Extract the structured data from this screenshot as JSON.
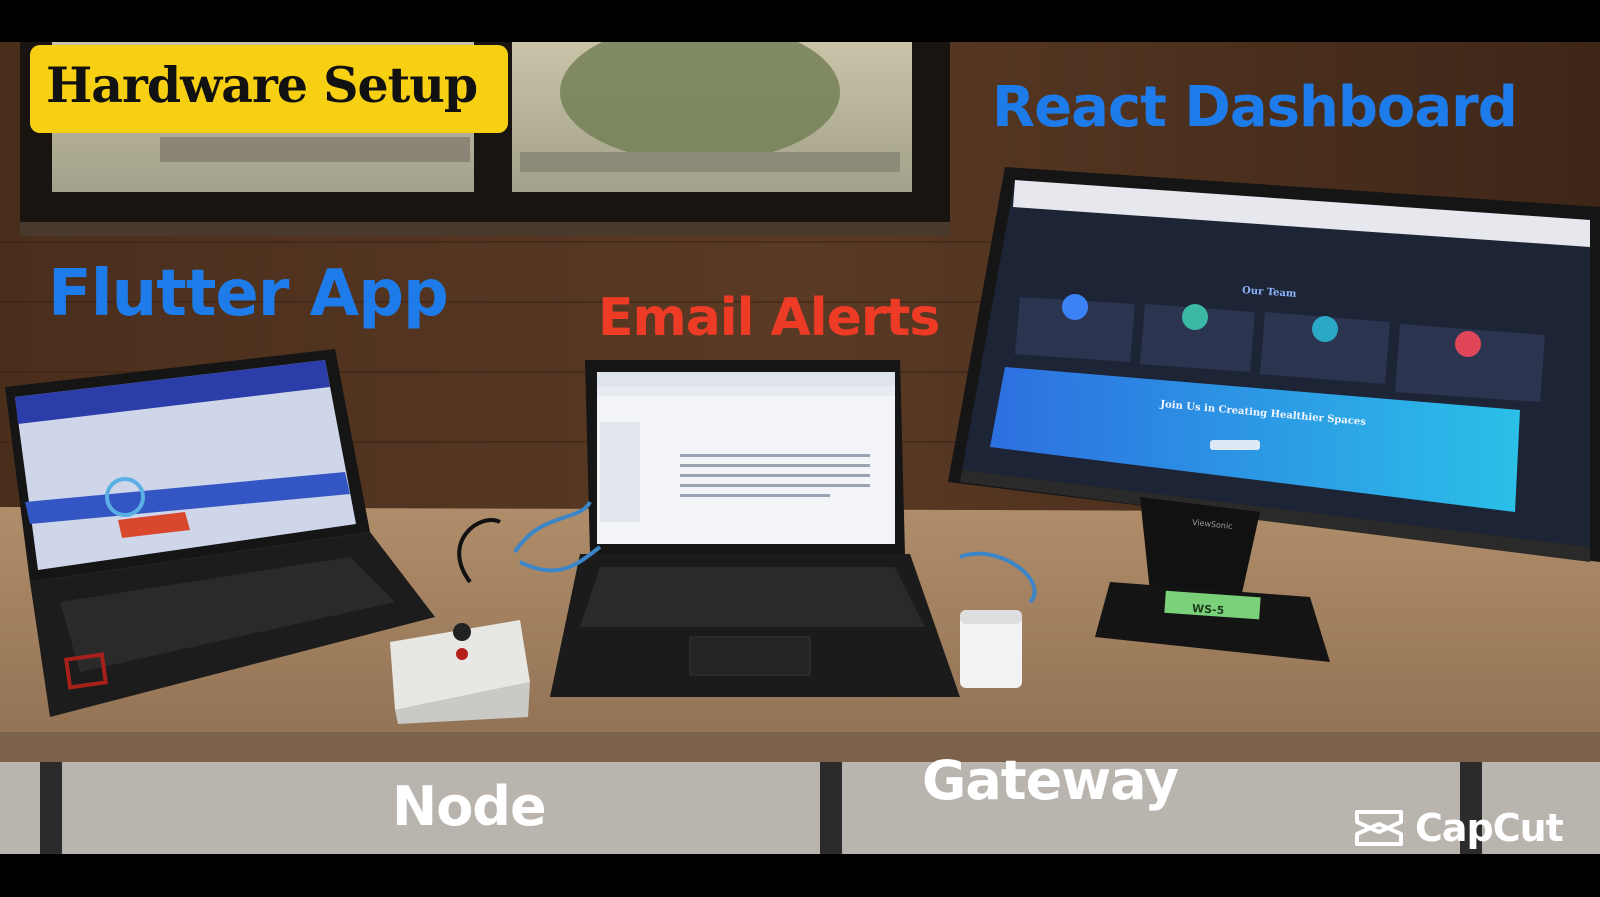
{
  "labels": {
    "hardware_setup": "Hardware Setup",
    "react_dashboard": "React Dashboard",
    "flutter_app": "Flutter App",
    "email_alerts": "Email Alerts",
    "node": "Node",
    "gateway": "Gateway"
  },
  "watermark": {
    "text": "CapCut"
  },
  "screens": {
    "dashboard_section": "Our Team",
    "dashboard_banner": "Join Us in Creating Healthier Spaces",
    "monitor_brand": "ViewSonic",
    "desk_tag": "WS-5"
  },
  "colors": {
    "badge_yellow": "#f7cf13",
    "label_blue": "#1e7bea",
    "label_red": "#ee3b26",
    "label_white": "#ffffff"
  }
}
